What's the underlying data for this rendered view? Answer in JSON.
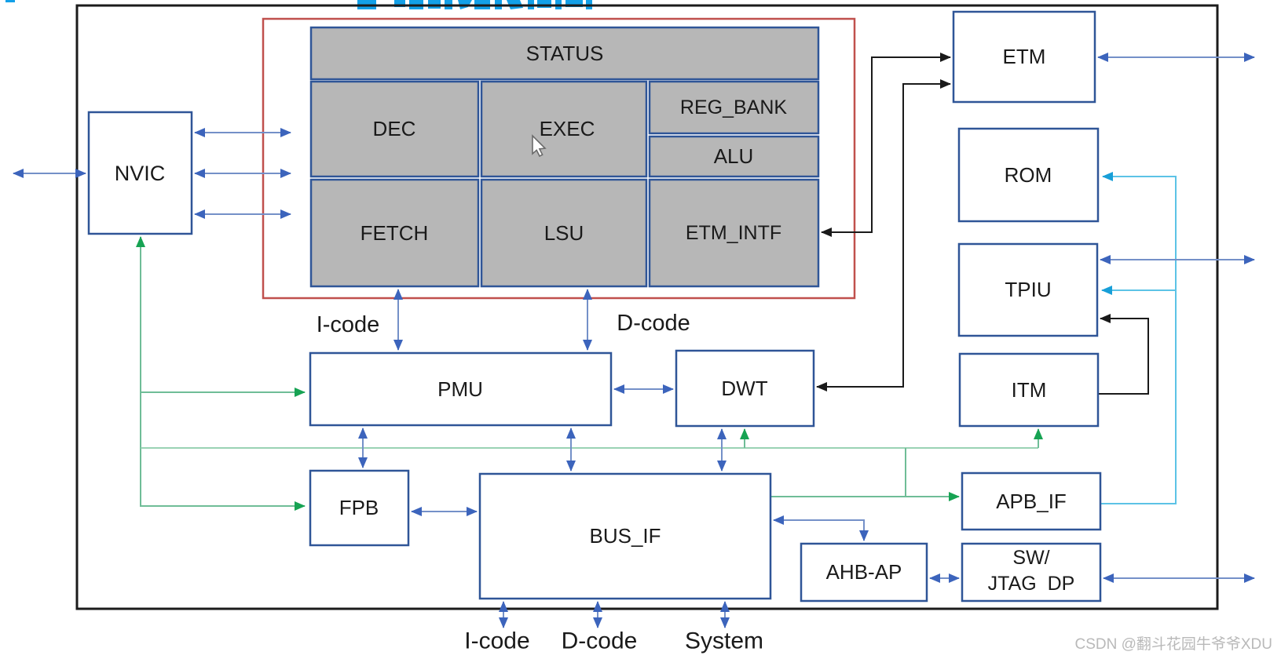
{
  "diagram": {
    "core_blocks": {
      "status": "STATUS",
      "dec": "DEC",
      "exec": "EXEC",
      "reg_bank": "REG_BANK",
      "alu": "ALU",
      "fetch": "FETCH",
      "lsu": "LSU",
      "etm_intf": "ETM_INTF"
    },
    "blocks": {
      "nvic": "NVIC",
      "etm": "ETM",
      "rom": "ROM",
      "tpiu": "TPIU",
      "itm": "ITM",
      "pmu": "PMU",
      "dwt": "DWT",
      "fpb": "FPB",
      "bus_if": "BUS_IF",
      "apb_if": "APB_IF",
      "ahb_ap": "AHB-AP",
      "sw_jtag_line1": "SW/",
      "sw_jtag_line2": "JTAG  DP"
    },
    "bus_labels": {
      "icode_top": "I-code",
      "dcode_top": "D-code",
      "icode_bottom": "I-code",
      "dcode_bottom": "D-code",
      "system": "System"
    },
    "watermark": "CSDN @翻斗花园牛爷爷XDU",
    "colors": {
      "box_border": "#2f5597",
      "gray_fill": "#b7b7b7",
      "core_outline_red": "#c0504d",
      "arrow_blue": "#3c64bc",
      "arrow_green": "#17a353",
      "arrow_cyan": "#189fd8",
      "arrow_black": "#1a1a1a",
      "title_blue": "#13a0e8",
      "watermark_gray": "#b9b9b9"
    }
  }
}
